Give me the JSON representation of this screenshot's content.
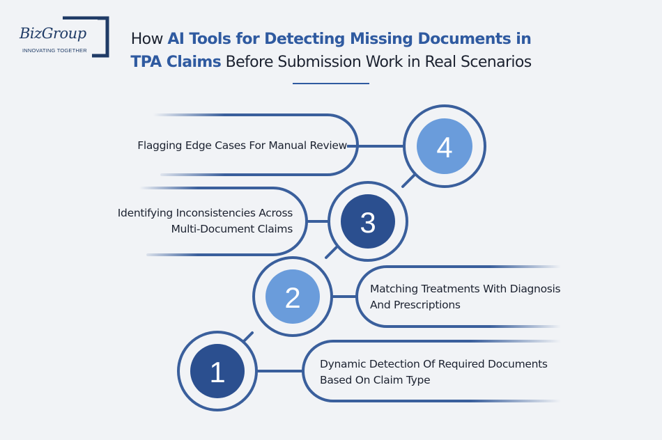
{
  "logo": {
    "name": "BizGroup",
    "tagline": "INNOVATING TOGETHER"
  },
  "title": {
    "part1": "How ",
    "highlight1": "AI Tools for Detecting Missing Documents in TPA Claims",
    "part2": " Before Submission Work in Real Scenarios"
  },
  "steps": [
    {
      "number": "1",
      "lines": [
        "Dynamic Detection Of Required Documents",
        "Based On Claim Type"
      ]
    },
    {
      "number": "2",
      "lines": [
        "Matching Treatments With Diagnosis",
        "And Prescriptions"
      ]
    },
    {
      "number": "3",
      "lines": [
        "Identifying Inconsistencies Across",
        "Multi-Document Claims"
      ]
    },
    {
      "number": "4",
      "lines": [
        "Flagging Edge Cases For Manual Review"
      ]
    }
  ],
  "colors": {
    "dark": "#2b4f8f",
    "mid": "#4a7ac2",
    "light": "#6a9cdb",
    "outline": "#3a5f9c",
    "background": "#f1f3f6"
  }
}
